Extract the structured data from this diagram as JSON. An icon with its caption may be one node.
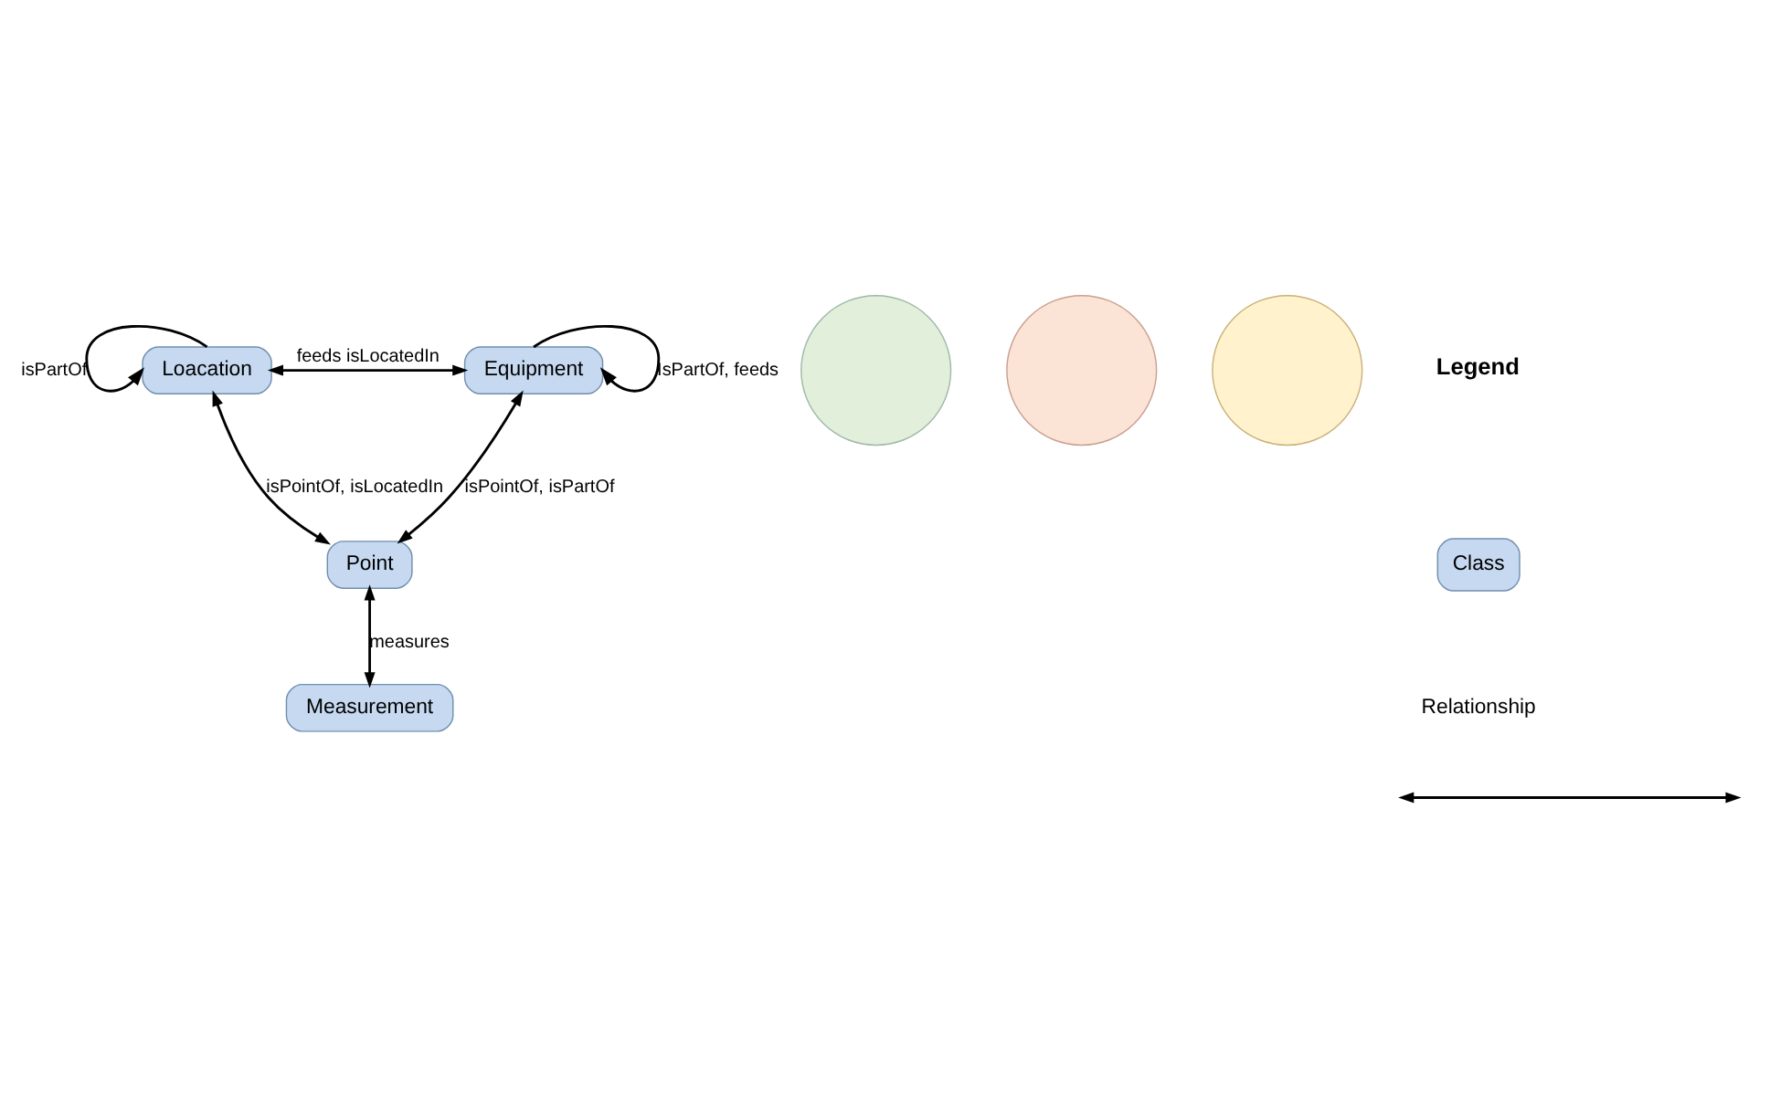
{
  "diagram": {
    "nodes": [
      {
        "text": [
          "Loacation"
        ]
      },
      {
        "text": [
          "Equipment"
        ]
      },
      {
        "text": [
          "Point"
        ]
      },
      {
        "text": [
          "Measurement"
        ]
      },
      {
        "text": [],
        "shape": "circle"
      },
      {
        "text": [],
        "shape": "circle"
      },
      {
        "text": [],
        "shape": "circle"
      }
    ],
    "edges": [
      {
        "from": 0,
        "to": 0,
        "arrow": "to",
        "label": "isPartOf"
      },
      {
        "from": 1,
        "to": 1,
        "arrow": "to",
        "label": "IsPartOf, feeds"
      },
      {
        "from": 0,
        "to": 1,
        "arrow": "both",
        "label": "feeds isLocatedIn"
      },
      {
        "from": 0,
        "to": 2,
        "arrow": "both",
        "label": "isPointOf, isLocatedIn"
      },
      {
        "from": 1,
        "to": 2,
        "arrow": "both",
        "label": "isPointOf, isPartOf"
      },
      {
        "from": 2,
        "to": 3,
        "arrow": "both",
        "label": "measures"
      }
    ],
    "labels": [
      "Legend"
    ],
    "legend": [
      {
        "text": "Class",
        "color": "#c6d9f0"
      },
      {
        "text": "Relationship"
      }
    ]
  }
}
